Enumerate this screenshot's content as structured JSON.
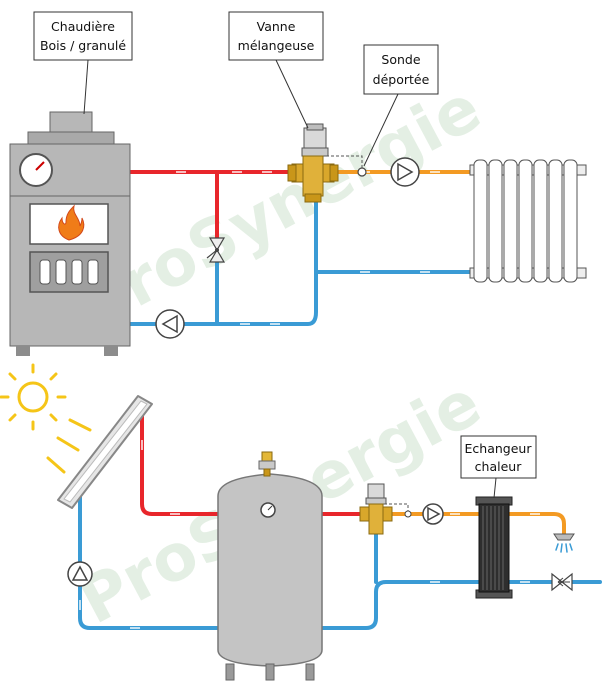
{
  "labels": {
    "boiler_line1": "Chaudière",
    "boiler_line2": "Bois / granulé",
    "valve_line1": "Vanne",
    "valve_line2": "mélangeuse",
    "sensor_line1": "Sonde",
    "sensor_line2": "déportée",
    "exchanger_line1": "Echangeur",
    "exchanger_line2": "chaleur"
  },
  "watermark": "ProSynergie",
  "colors": {
    "hot": "#e8262b",
    "mixed": "#f39a23",
    "cold": "#3a9bd5",
    "appliance": "#b7b7b7",
    "appliance_dark": "#8c8c8c",
    "flame": "#f07c18",
    "valve_brass": "#d9a72b",
    "sun": "#f5c518"
  },
  "icons": {
    "boiler": "boiler-icon",
    "radiator": "radiator-icon",
    "pump": "pump-icon",
    "solar_panel": "solar-panel-icon",
    "sun": "sun-icon",
    "tank": "storage-tank-icon",
    "shower": "shower-icon",
    "check_valve": "check-valve-icon",
    "exchanger": "plate-exchanger-icon"
  }
}
